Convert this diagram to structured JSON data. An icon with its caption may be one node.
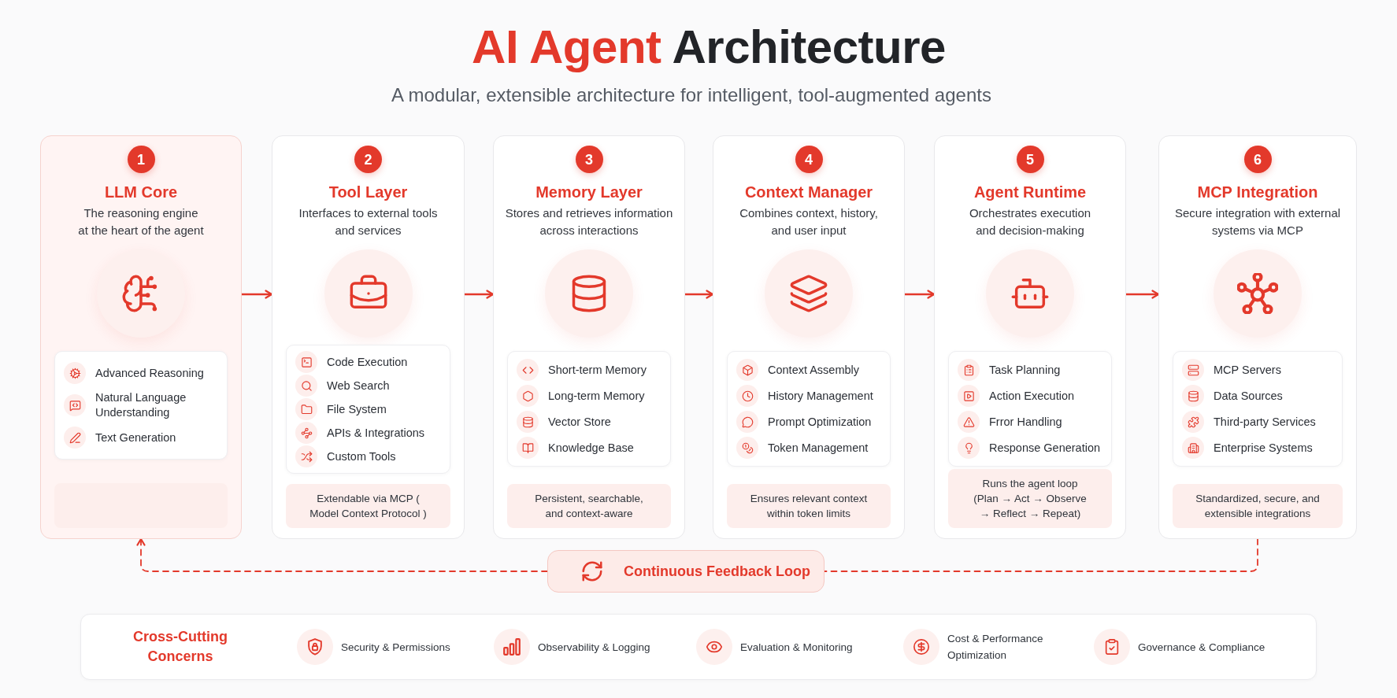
{
  "diagram": {
    "title": "**AI Agent** Architecture",
    "caption": "A modular, extensible architecture for intelligent, tool-augmented agents",
    "nodes": [
      {
        "text": [
          "LLM Core",
          "The reasoning engine at the heart of the agent"
        ]
      },
      {
        "text": [
          "1"
        ],
        "in": 0
      },
      {
        "text": [
          "Advanced Reasoning",
          "Natural Language Understanding",
          "Text Generation"
        ],
        "in": 0
      },
      {
        "text": [],
        "shape": "box",
        "in": 0
      },
      {
        "text": [
          "Tool Layer",
          "Interfaces to external tools and services"
        ]
      },
      {
        "text": [
          "2"
        ],
        "in": 4
      },
      {
        "text": [
          "Code Execution",
          "Web Search",
          "File System",
          "APIs & Integrations",
          "Custom Tools"
        ],
        "in": 4
      },
      {
        "text": [
          "Extendable via MCP ( Model Context Protocol )"
        ],
        "in": 4
      },
      {
        "text": [
          "Memory Layer",
          "Stores and retrieves information across interactions"
        ]
      },
      {
        "text": [
          "3"
        ],
        "in": 8
      },
      {
        "text": [
          "Short-term Memory",
          "Long-term Memory",
          "Vector Store",
          "Knowledge Base"
        ],
        "in": 8
      },
      {
        "text": [
          "Persistent, searchable, and context-aware"
        ],
        "in": 8
      },
      {
        "text": [
          "Context Manager",
          "Combines context, history, and user input"
        ]
      },
      {
        "text": [
          "4"
        ],
        "in": 12
      },
      {
        "text": [
          "Context Assembly",
          "History Management",
          "Prompt Optimization",
          "Token Management"
        ],
        "in": 12
      },
      {
        "text": [
          "Ensures relevant context within token limits"
        ],
        "in": 12
      },
      {
        "text": [
          "Agent Runtime",
          "Orchestrates execution and decision-making"
        ]
      },
      {
        "text": [
          "5"
        ],
        "in": 16
      },
      {
        "text": [
          "Task Planning",
          "Action Execution",
          "Frror Handling",
          "Response Generation"
        ],
        "in": 16
      },
      {
        "text": [
          "Runs the agent loop (Plan → Act → Observe → Reflect → Repeat)"
        ],
        "in": 16
      },
      {
        "text": [
          "MCP Integration",
          "Secure integration with external systems via MCP"
        ]
      },
      {
        "text": [
          "6"
        ],
        "in": 20
      },
      {
        "text": [
          "MCP Servers",
          "Data Sources",
          "Third-party Services",
          "Enterprise Systems"
        ],
        "in": 20
      },
      {
        "text": [
          "Standardized, secure, and extensible integrations"
        ],
        "in": 20
      },
      {
        "text": [
          "Continuous Feedback Loop"
        ]
      },
      {
        "text": [
          "Cross-Cutting Concerns",
          "Security & Permissions",
          "Observability & Logging",
          "Evaluation & Monitoring",
          "Cost & Performance Optimization",
          "Governance & Compliance"
        ]
      }
    ],
    "edges": [
      {
        "from": 0,
        "to": 4,
        "arrow": "to"
      },
      {
        "from": 4,
        "to": 8,
        "arrow": "to"
      },
      {
        "from": 8,
        "to": 12,
        "arrow": "to"
      },
      {
        "from": 12,
        "to": 16,
        "arrow": "to"
      },
      {
        "from": 16,
        "to": 20,
        "arrow": "to"
      },
      {
        "from": 20,
        "to": 24,
        "arrow": "none",
        "style": "dashed"
      },
      {
        "from": 24,
        "to": 0,
        "arrow": "to",
        "style": "dashed"
      }
    ]
  }
}
